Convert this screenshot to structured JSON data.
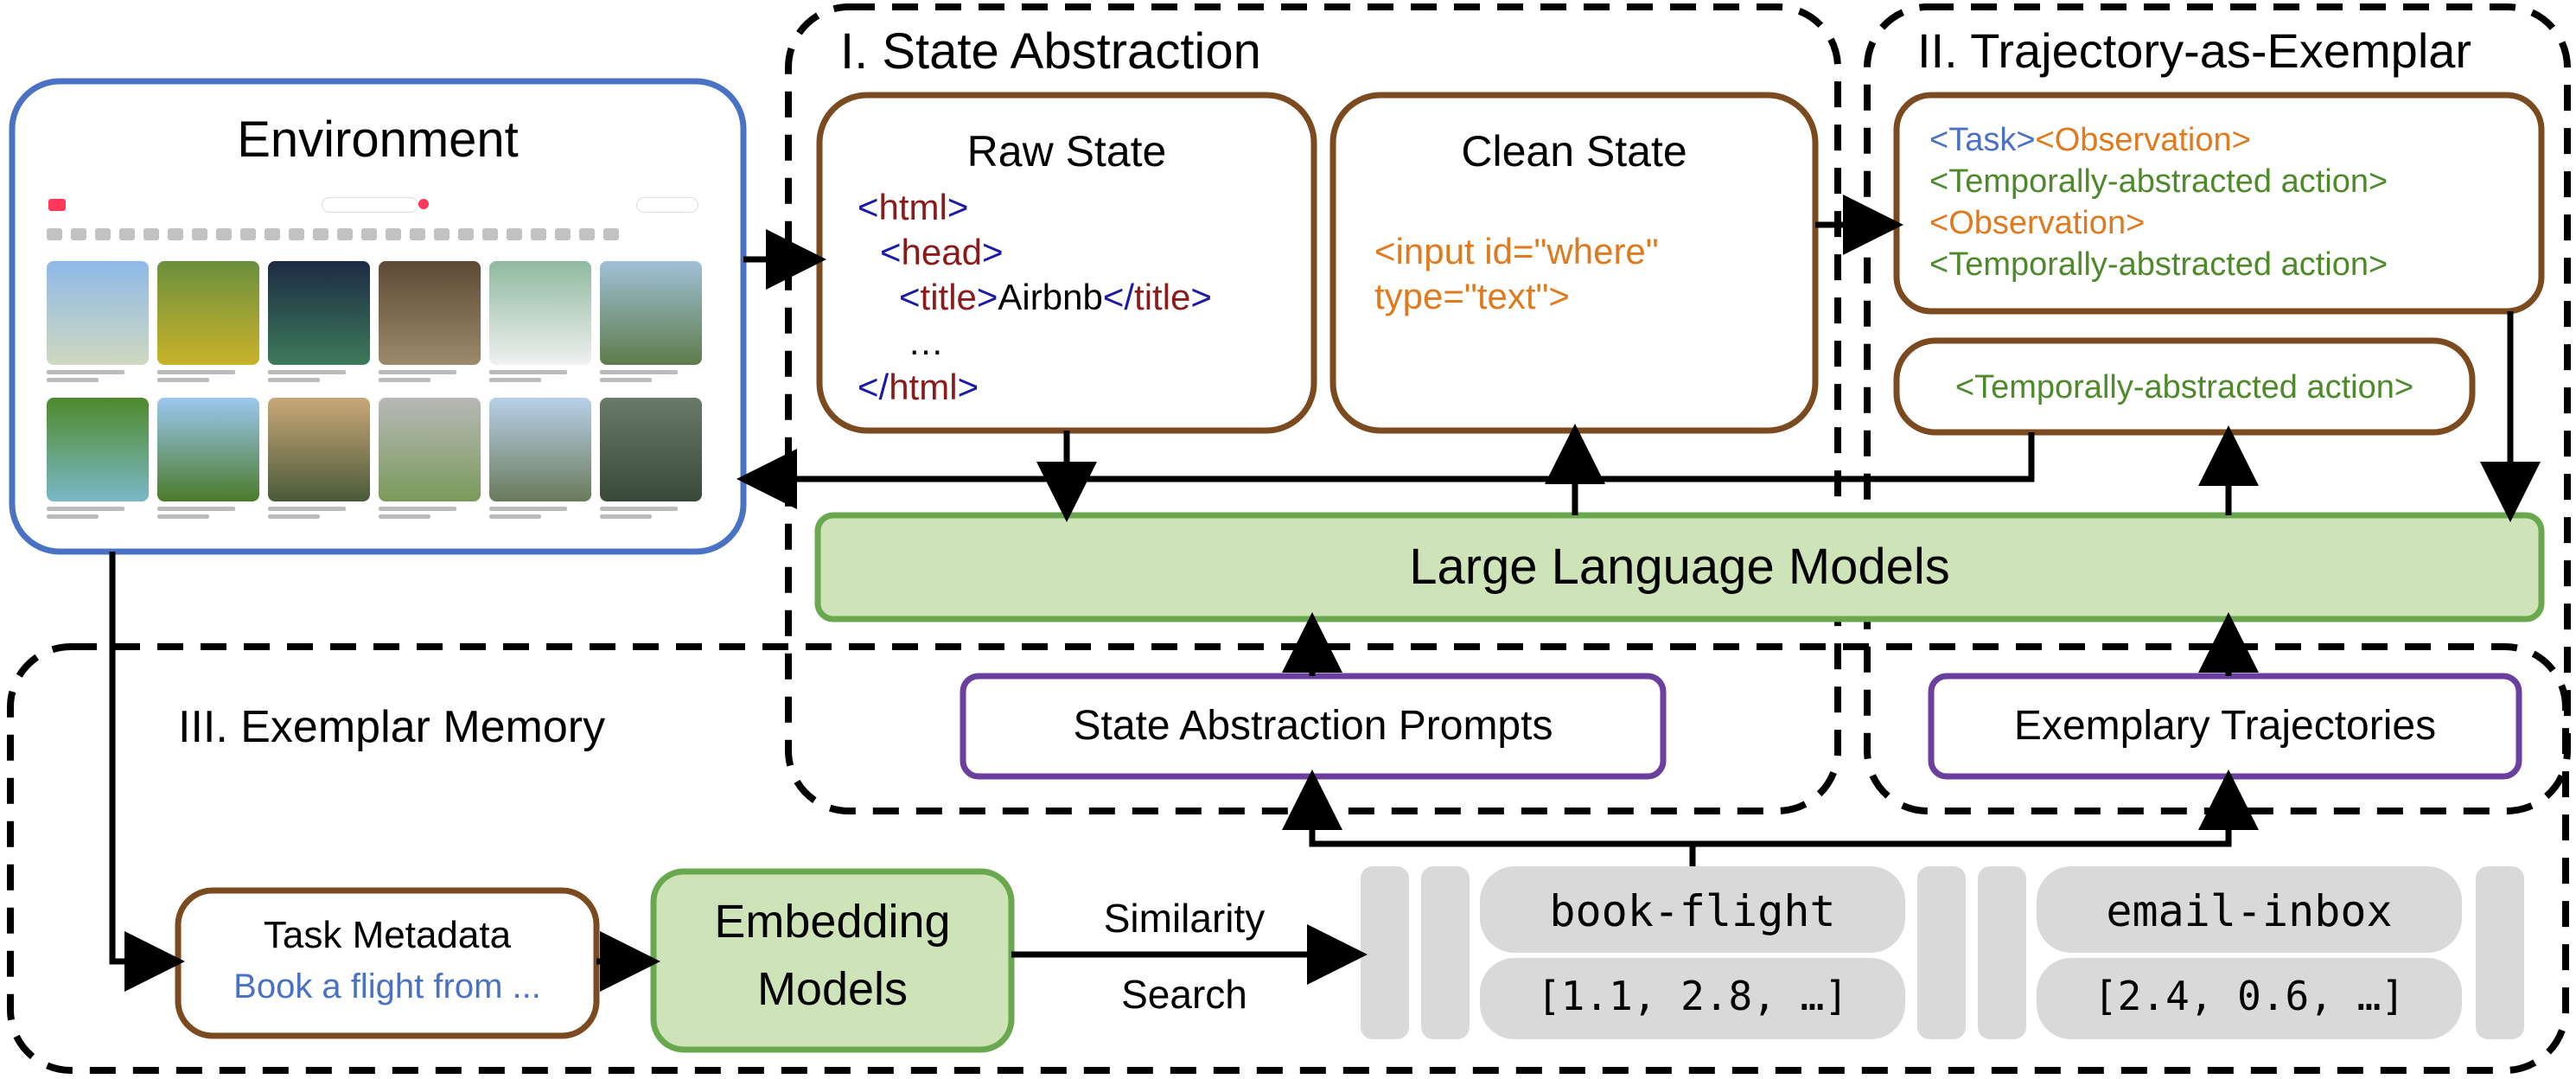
{
  "environment": {
    "title": "Environment"
  },
  "state_abstraction": {
    "section_title": "I. State Abstraction",
    "raw_state": {
      "title": "Raw State",
      "lines": [
        {
          "parts": [
            {
              "t": "<",
              "c": "blue"
            },
            {
              "t": "html",
              "c": "red"
            },
            {
              "t": ">",
              "c": "blue"
            }
          ]
        },
        {
          "parts": [
            {
              "t": "<",
              "c": "blue"
            },
            {
              "t": "head",
              "c": "red"
            },
            {
              "t": ">",
              "c": "blue"
            }
          ]
        },
        {
          "parts": [
            {
              "t": "<",
              "c": "blue"
            },
            {
              "t": "title",
              "c": "red"
            },
            {
              "t": ">",
              "c": "blue"
            },
            {
              "t": "Airbnb",
              "c": "black"
            },
            {
              "t": "</",
              "c": "blue"
            },
            {
              "t": "title",
              "c": "red"
            },
            {
              "t": ">",
              "c": "blue"
            }
          ]
        },
        {
          "parts": [
            {
              "t": "…",
              "c": "black"
            }
          ]
        },
        {
          "parts": [
            {
              "t": "</",
              "c": "blue"
            },
            {
              "t": "html",
              "c": "red"
            },
            {
              "t": ">",
              "c": "blue"
            }
          ]
        }
      ]
    },
    "clean_state": {
      "title": "Clean State",
      "line1": "<input id=\"where\"",
      "line2": "type=\"text\">"
    },
    "prompts_label": "State Abstraction Prompts"
  },
  "trajectory": {
    "section_title": "II. Trajectory-as-Exemplar",
    "task_tag": "<Task>",
    "observation_tag": "<Observation>",
    "action_tag": "<Temporally-abstracted action>",
    "output_action": "<Temporally-abstracted action>",
    "exemplary_label": "Exemplary Trajectories"
  },
  "llm": {
    "label": "Large Language Models"
  },
  "memory": {
    "section_title": "III. Exemplar Memory",
    "task_metadata_title": "Task Metadata",
    "task_metadata_value": "Book a flight from ...",
    "embedding_label_line1": "Embedding",
    "embedding_label_line2": "Models",
    "similarity_line1": "Similarity",
    "similarity_line2": "Search",
    "entries": [
      {
        "key": "book-flight",
        "vector": "[1.1, 2.8, …]"
      },
      {
        "key": "email-inbox",
        "vector": "[2.4, 0.6, …]"
      }
    ]
  },
  "colors": {
    "env_border": "#4a72c4",
    "state_border": "#7b4a1e",
    "llm_fill": "#cfe3b8",
    "llm_border": "#6aa84f",
    "prompt_border": "#6b3fa0",
    "tag_blue": "#1a1aa6",
    "tag_red": "#8b1a1a",
    "orange": "#e07a1f",
    "green": "#4e8a2a",
    "task_blue": "#4a72c4",
    "memory_grey": "#d9d9d9"
  }
}
